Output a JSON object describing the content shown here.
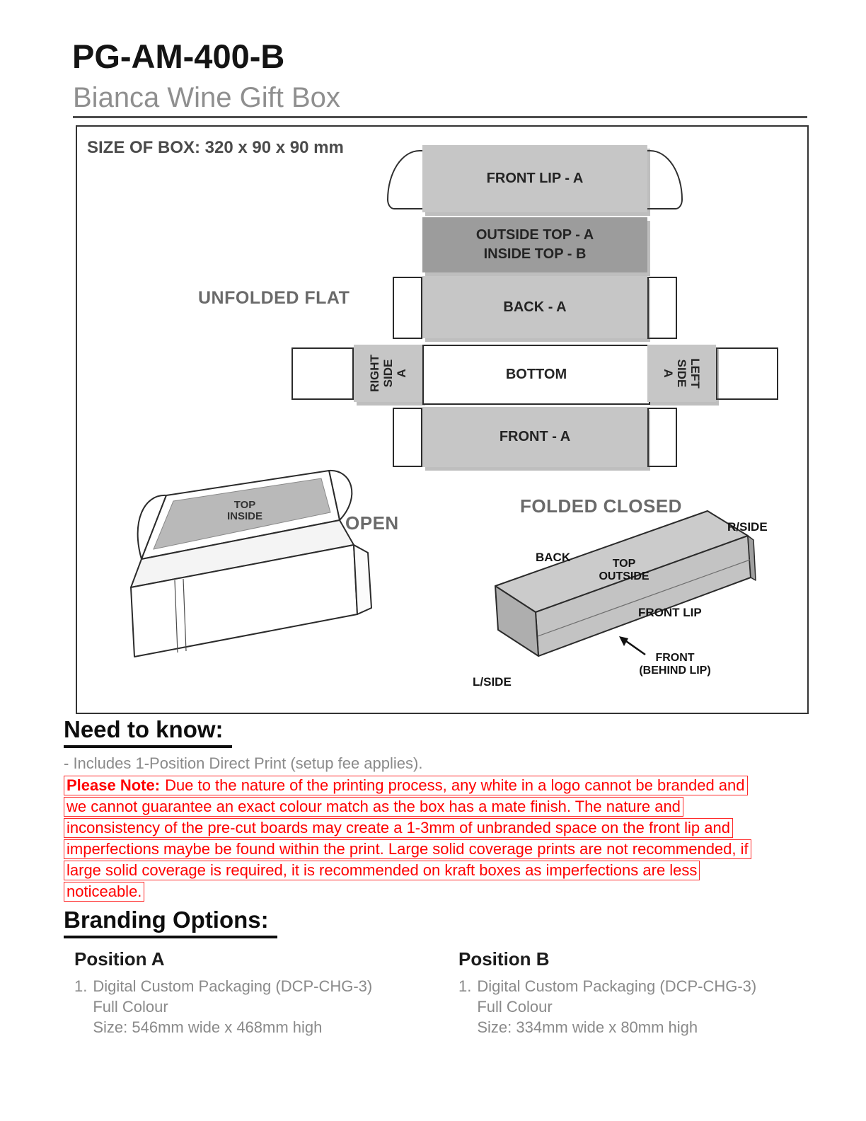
{
  "page": {
    "title": "PG-AM-400-B",
    "subtitle": "Bianca Wine Gift Box"
  },
  "diagram": {
    "size_label": "SIZE OF BOX: 320 x 90 x 90 mm",
    "unfolded_label": "UNFOLDED FLAT",
    "panels": {
      "front_lip": "FRONT LIP - A",
      "outside_top": "OUTSIDE TOP - A\nINSIDE TOP - B",
      "back": "BACK - A",
      "right_side": "RIGHT\nSIDE\nA",
      "bottom": "BOTTOM",
      "left_side": "LEFT\nSIDE\nA",
      "front": "FRONT - A"
    },
    "open": {
      "label": "OPEN",
      "top_inside": "TOP\nINSIDE"
    },
    "folded": {
      "label": "FOLDED CLOSED",
      "r_side": "R/SIDE",
      "back": "BACK",
      "top_outside": "TOP\nOUTSIDE",
      "front_lip": "FRONT LIP",
      "front_behind": "FRONT\n(BEHIND LIP)",
      "l_side": "L/SIDE"
    }
  },
  "need_to_know": {
    "heading": "Need to know:",
    "includes_line": "- Includes 1-Position Direct Print (setup fee applies).",
    "note_label": "Please Note:",
    "note_lines": [
      "Due to the nature of the printing process, any white in a logo cannot be branded and",
      "we cannot guarantee an exact colour match as the box has a mate finish. The nature and",
      "inconsistency of the pre-cut boards may create a 1-3mm of unbranded space on the front lip and",
      "imperfections maybe be found within the print. Large solid coverage prints are not recommended, if",
      "large solid coverage is required, it is recommended on kraft boxes as imperfections are less",
      "noticeable."
    ]
  },
  "branding": {
    "heading": "Branding Options:",
    "positions": [
      {
        "title": "Position A",
        "item_number": "1.",
        "line1": "Digital Custom Packaging (DCP-CHG-3)",
        "line2": "Full Colour",
        "line3": "Size: 546mm wide x 468mm high"
      },
      {
        "title": "Position B",
        "item_number": "1.",
        "line1": "Digital Custom Packaging (DCP-CHG-3)",
        "line2": "Full Colour",
        "line3": "Size: 334mm wide x 80mm high"
      }
    ]
  },
  "colors": {
    "panel_light": "#c6c6c6",
    "panel_dark": "#9c9c9c",
    "note_red": "#ff0000",
    "body_gray": "#8a8a8a"
  }
}
